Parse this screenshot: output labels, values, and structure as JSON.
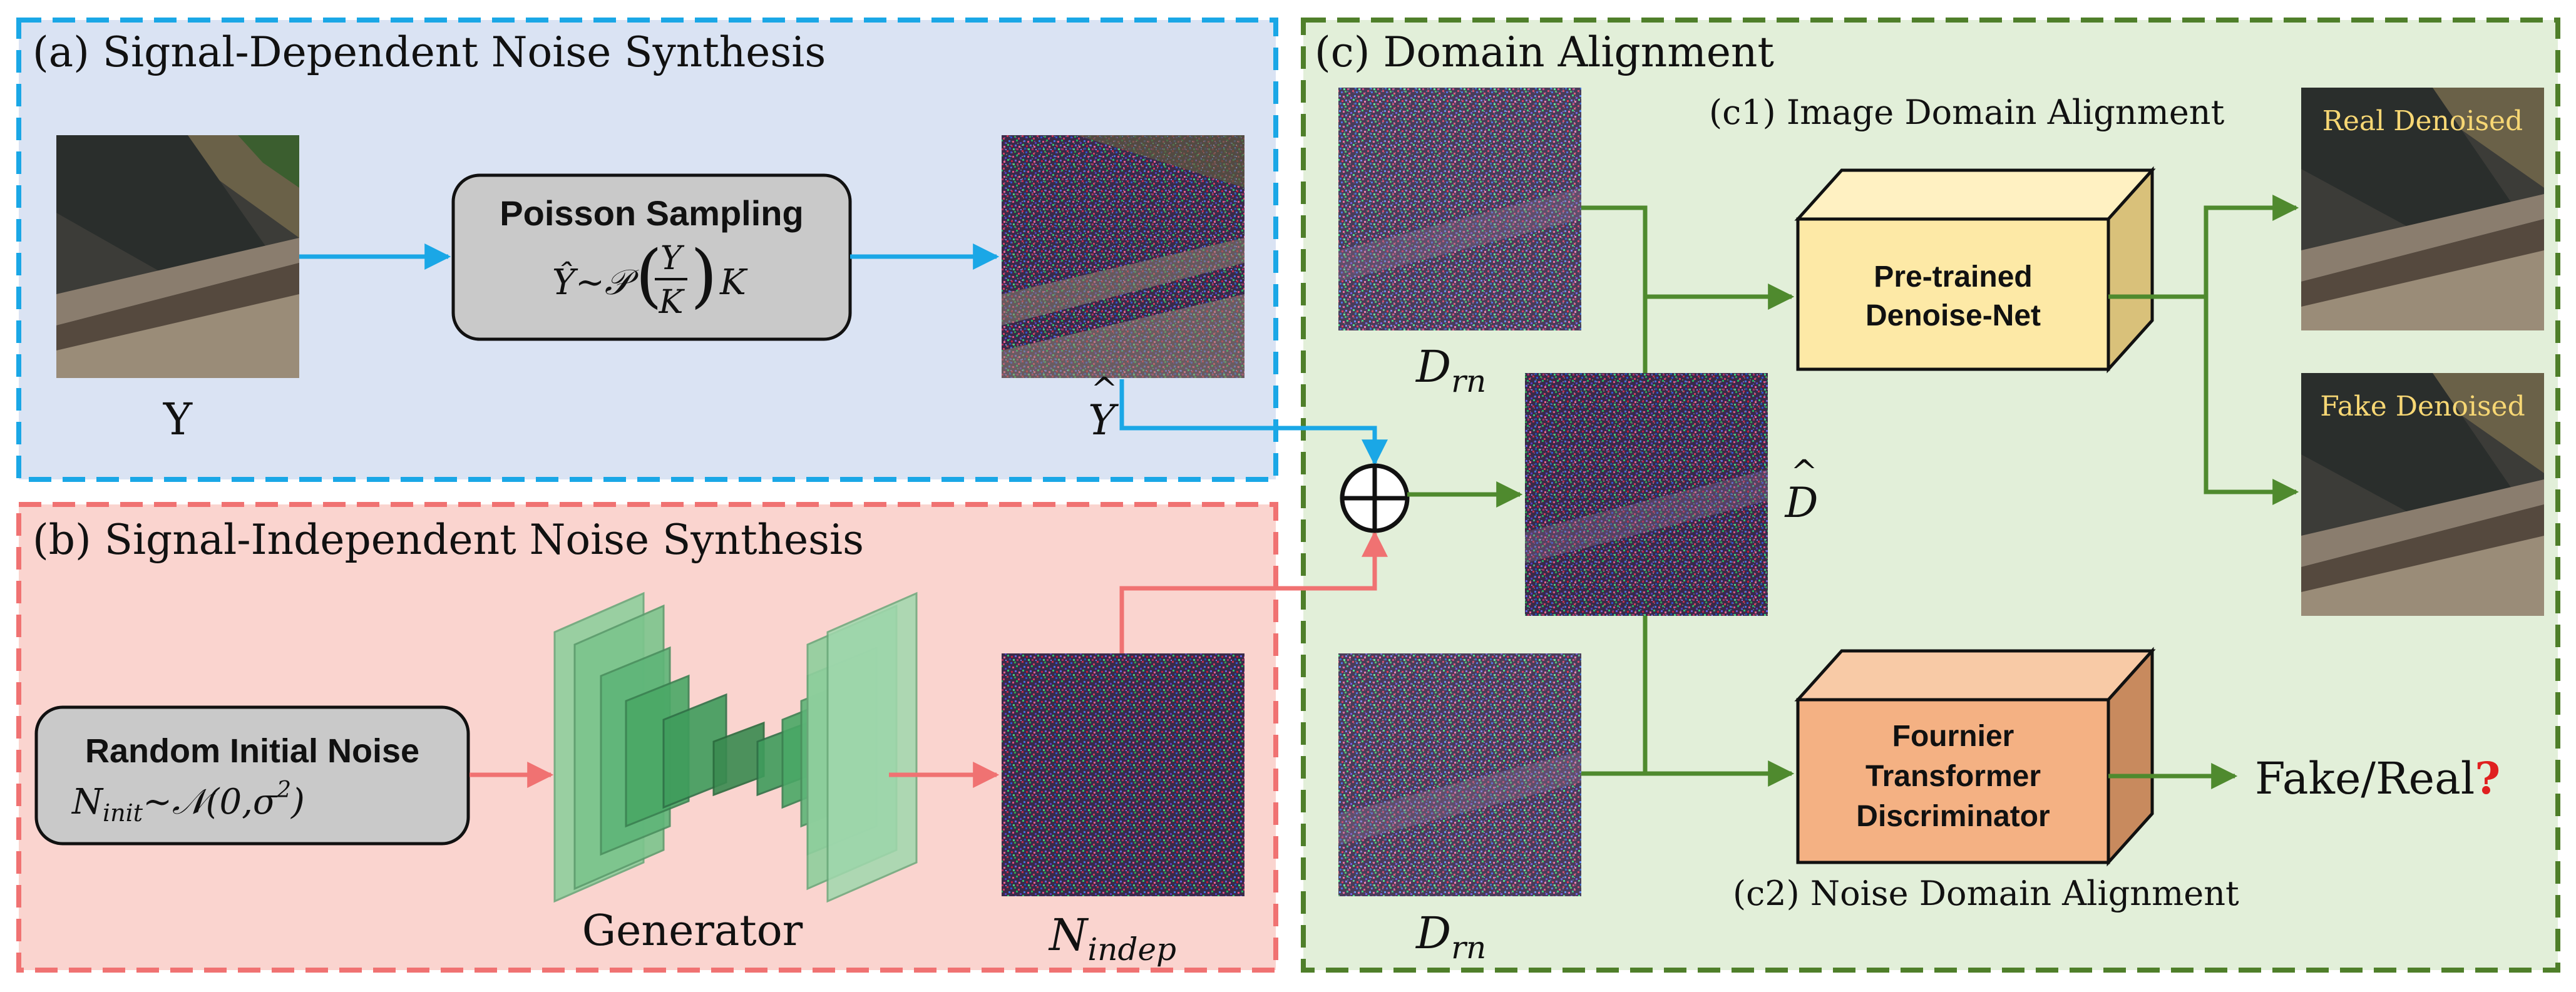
{
  "panels": {
    "a": {
      "title": "(a) Signal-Dependent Noise Synthesis",
      "border_color": "#1aa7e6",
      "fill_color": "#dae3f3"
    },
    "b": {
      "title": "(b) Signal-Independent Noise Synthesis",
      "border_color": "#f07272",
      "fill_color": "#fad4cf"
    },
    "c": {
      "title": "(c) Domain Alignment",
      "border_color": "#4f7f2a",
      "fill_color": "#e2efd9"
    }
  },
  "labels": {
    "input_clean": "Y",
    "poisson_title": "Poisson Sampling",
    "poisson_formula_lhs": "Ŷ~𝒫",
    "poisson_formula_num": "Y",
    "poisson_formula_den": "K",
    "poisson_formula_rhs": "K",
    "y_hat_base": "Y",
    "y_hat_mark": "^",
    "random_noise_title": "Random Initial Noise",
    "random_noise_formula_base": "N",
    "random_noise_formula_sub": "init",
    "random_noise_formula_rest": "~𝒩(0,σ",
    "random_noise_formula_sup": "2",
    "random_noise_formula_close": ")",
    "generator": "Generator",
    "n_indep_base": "N",
    "n_indep_sub": "indep",
    "d_hat_base": "D",
    "d_hat_mark": "^",
    "d_rn_base_top": "D",
    "d_rn_sub_top": "rn",
    "d_rn_base_bottom": "D",
    "d_rn_sub_bottom": "rn",
    "plus_symbol": "⊕",
    "c1_title": "(c1) Image Domain Alignment",
    "c2_title": "(c2) Noise Domain Alignment",
    "denoise_line1": "Pre-trained",
    "denoise_line2": "Denoise-Net",
    "disc_line1": "Fournier",
    "disc_line2": "Transformer",
    "disc_line3": "Discriminator",
    "real_denoised": "Real Denoised",
    "fake_denoised": "Fake Denoised",
    "fake_real": "Fake/Real",
    "question_mark": "?"
  },
  "colors": {
    "blue_arrow": "#1aa7e6",
    "red_arrow": "#f07272",
    "green_arrow": "#4f8a2e",
    "poisson_box": "#c9c9c9",
    "denoise_box": "#fde9a6",
    "disc_box": "#f4b183",
    "generator_green": "#5fbf7a",
    "denoised_label": "#f7d774",
    "question": "#e02020"
  },
  "icons": {
    "plus": "circled-plus-icon",
    "generator": "encoder-decoder-layers-icon",
    "denoise_net": "3d-box-icon",
    "discriminator": "3d-box-icon"
  }
}
